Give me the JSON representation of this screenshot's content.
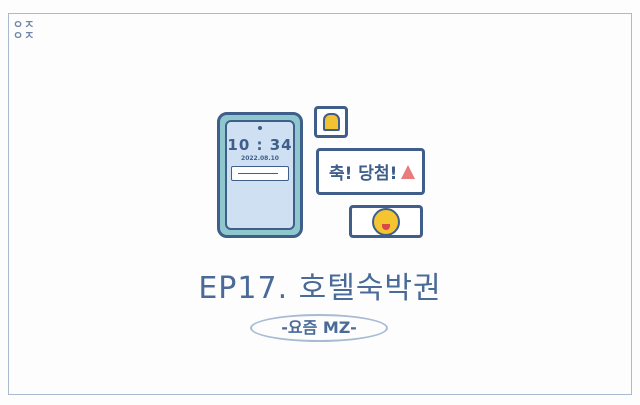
{
  "logo": {
    "line1": "ㅇㅈ",
    "line2": "ㅇㅈ"
  },
  "phone": {
    "time": "10 : 34",
    "date": "2022.08.10"
  },
  "bubbles": {
    "message": "축! 당첨!"
  },
  "title": "EP17. 호텔숙박권",
  "subtitle": "-요즘 MZ-",
  "colors": {
    "ink": "#3f5f8a",
    "phone_body": "#8fc7cf",
    "screen": "#cfe0f3",
    "yellow": "#f2c232"
  }
}
